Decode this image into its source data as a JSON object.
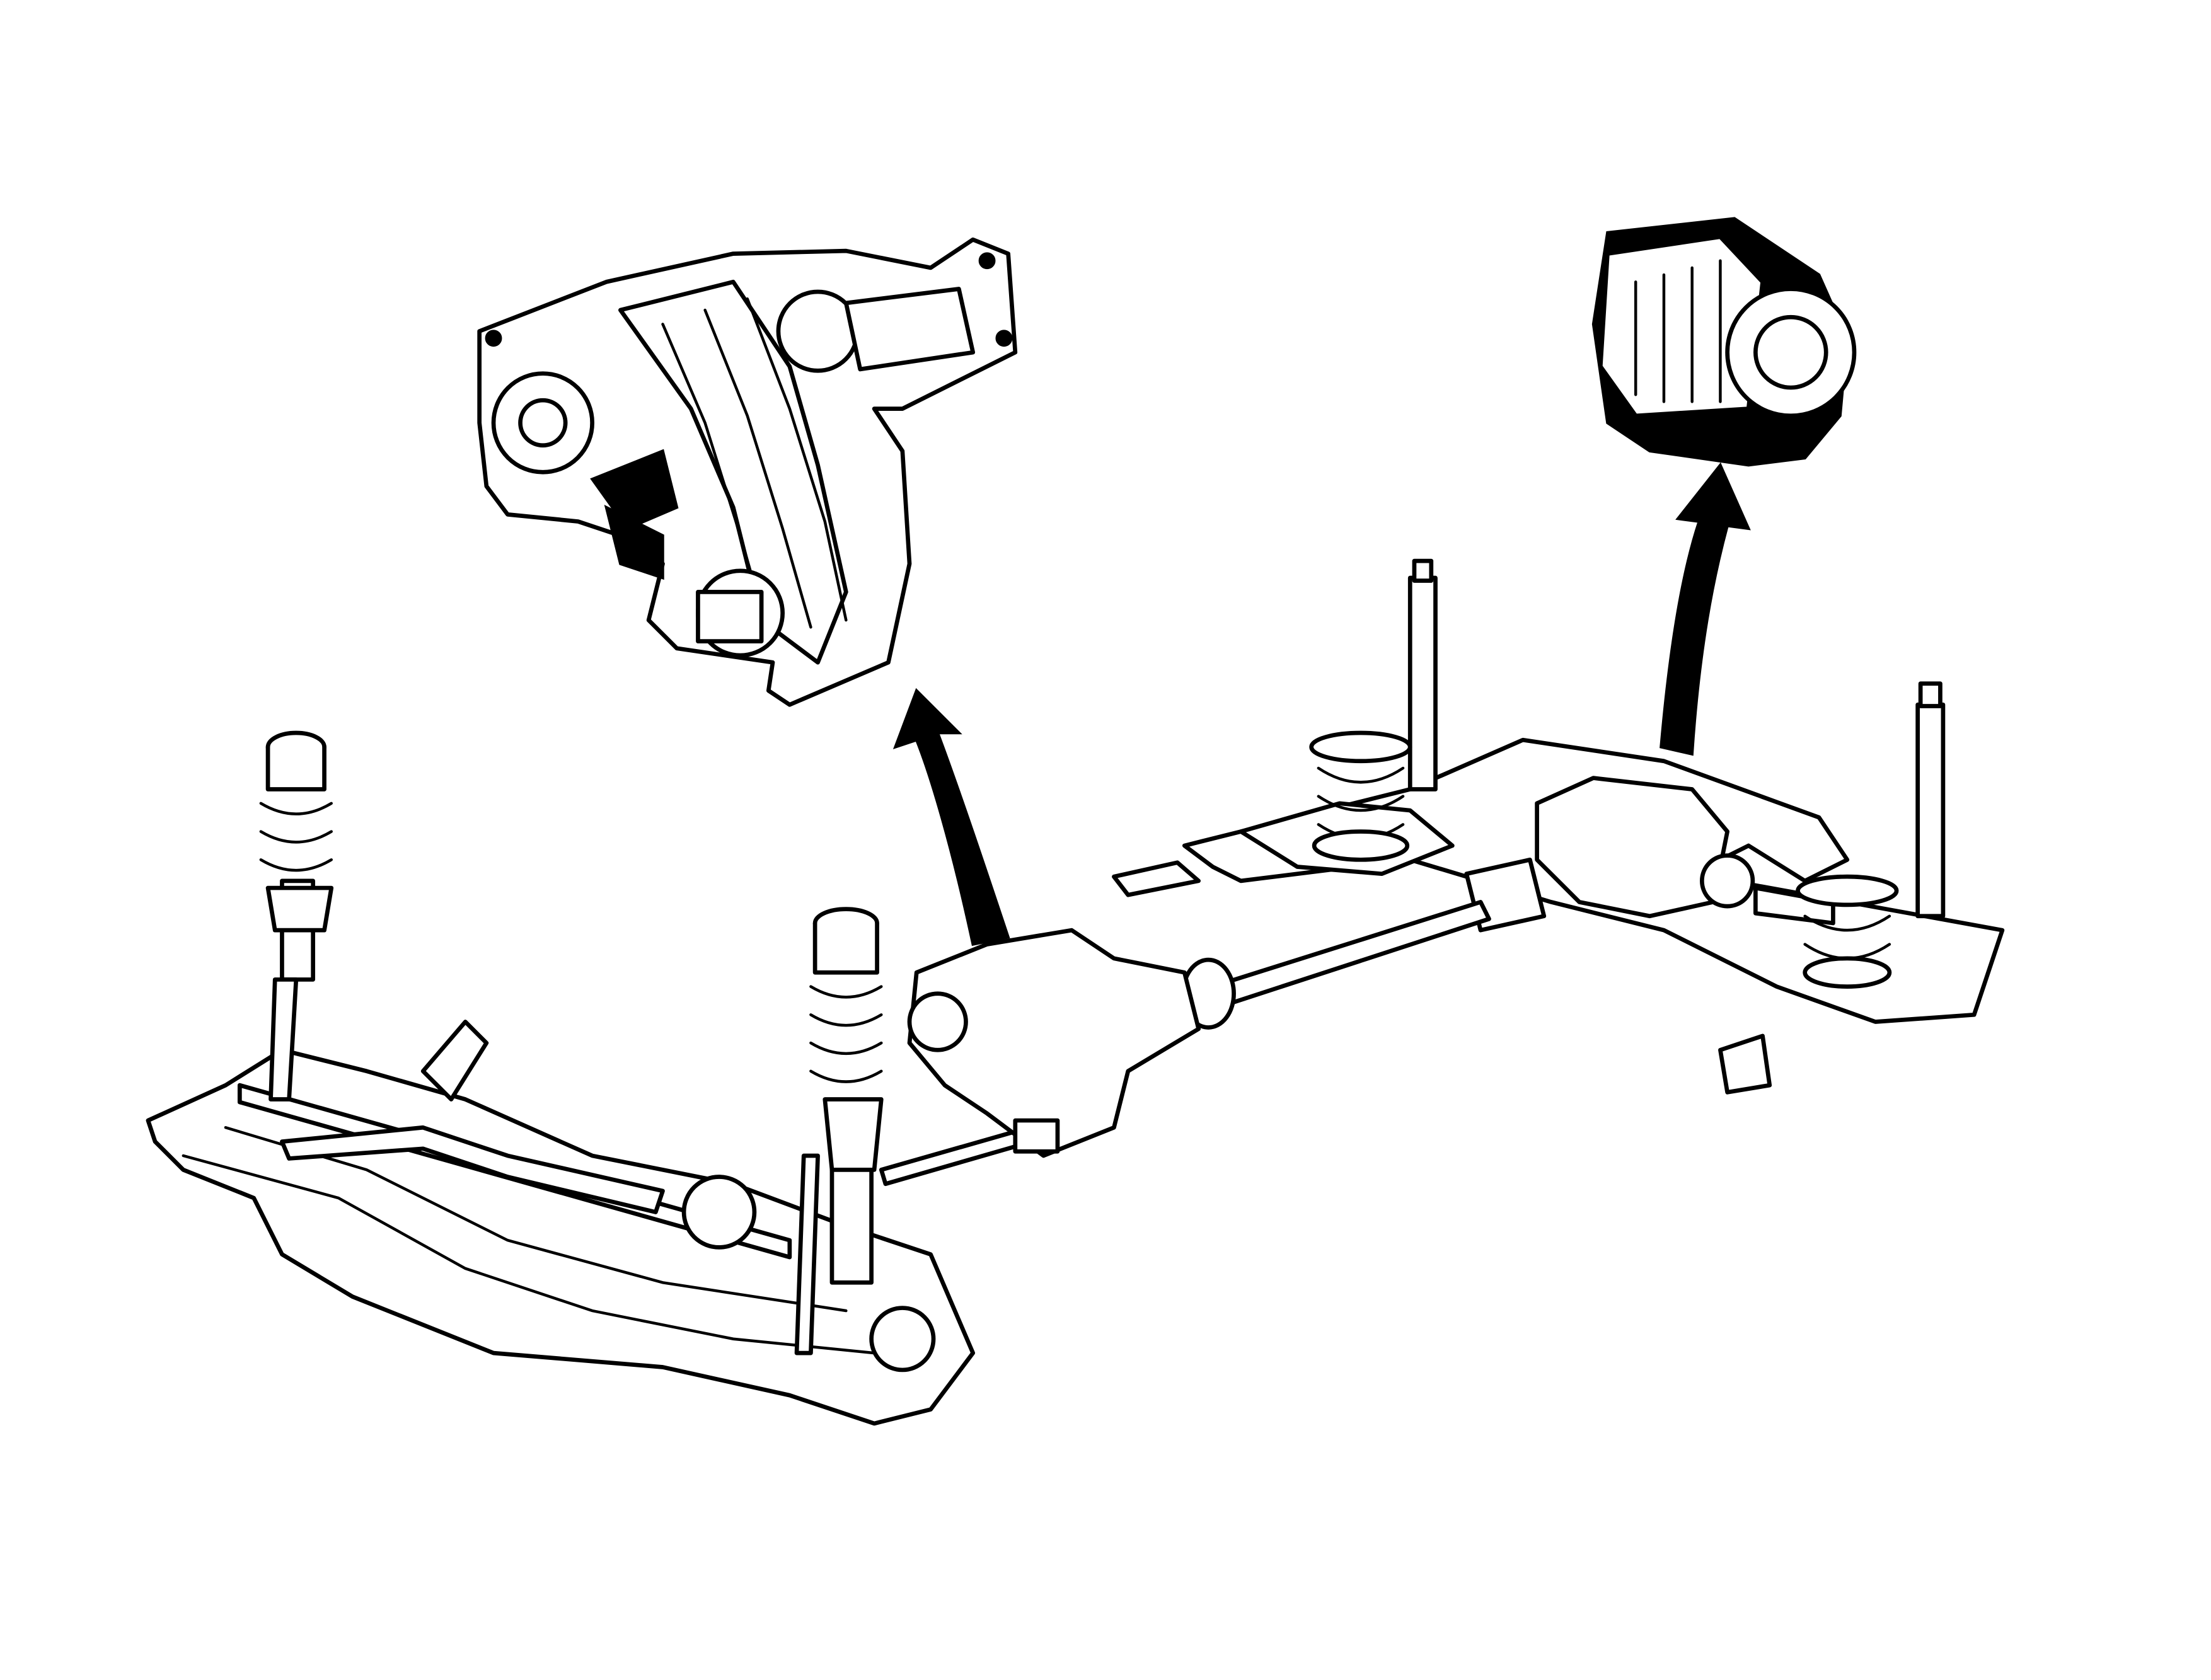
{
  "illustration": {
    "colors": {
      "ink": "#000000",
      "paper": "#ffffff"
    },
    "parts": [
      "front-subframe",
      "front-left-strut",
      "front-right-strut",
      "front-steering-rack",
      "front-differential",
      "transfer-case",
      "transfer-case-cutaway",
      "propeller-shaft",
      "rear-subframe",
      "rear-differential",
      "rear-left-shock",
      "rear-right-shock",
      "rear-coil-springs",
      "rear-differential-cutaway",
      "detail-arrows"
    ]
  }
}
